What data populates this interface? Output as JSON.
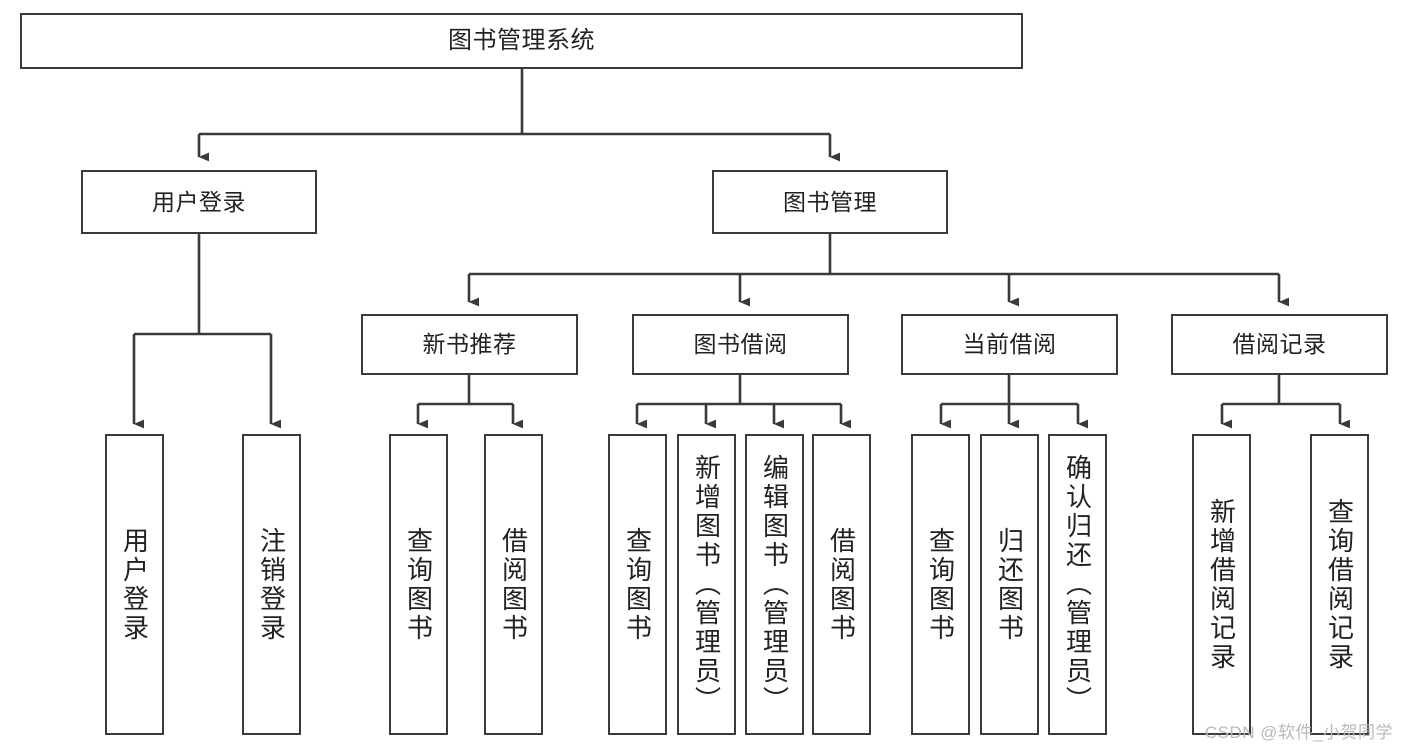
{
  "diagram": {
    "title": "图书管理系统",
    "type": "tree-structure-chart",
    "watermark": "CSDN @软件_小贺同学",
    "colors": {
      "box_border": "#3a3a3a",
      "box_fill": "#ffffff",
      "connector": "#3a3a3a",
      "text": "#222222",
      "watermark": "#b9b9b9"
    },
    "levels": {
      "root": "图书管理系统",
      "level2": [
        "用户登录",
        "图书管理"
      ],
      "level3": [
        "新书推荐",
        "图书借阅",
        "当前借阅",
        "借阅记录"
      ]
    },
    "nodes": {
      "root": {
        "label": "图书管理系统"
      },
      "user_login": {
        "label": "用户登录"
      },
      "book_manage": {
        "label": "图书管理"
      },
      "new_book_rec": {
        "label": "新书推荐"
      },
      "book_borrow": {
        "label": "图书借阅"
      },
      "current_borrow": {
        "label": "当前借阅"
      },
      "borrow_record": {
        "label": "借阅记录"
      }
    },
    "leaves": {
      "user_login": [
        {
          "label": "用户登录"
        },
        {
          "label": "注销登录"
        }
      ],
      "new_book_rec": [
        {
          "label": "查询图书"
        },
        {
          "label": "借阅图书"
        }
      ],
      "book_borrow": [
        {
          "label": "查询图书"
        },
        {
          "label": "新增图书（管理员）"
        },
        {
          "label": "编辑图书（管理员）"
        },
        {
          "label": "借阅图书"
        }
      ],
      "current_borrow": [
        {
          "label": "查询图书"
        },
        {
          "label": "归还图书"
        },
        {
          "label": "确认归还（管理员）"
        }
      ],
      "borrow_record": [
        {
          "label": "新增借阅记录"
        },
        {
          "label": "查询借阅记录"
        }
      ]
    }
  }
}
